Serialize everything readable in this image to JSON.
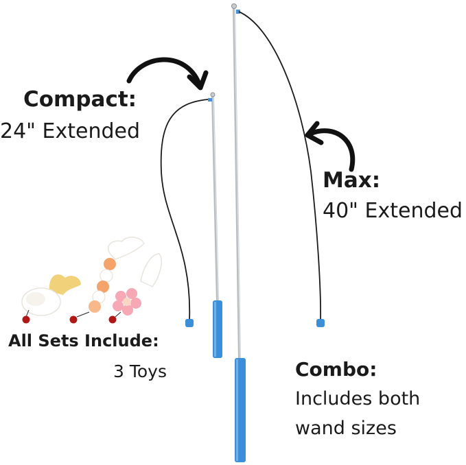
{
  "labels": {
    "compact_title": "Compact:",
    "compact_detail": "24\" Extended",
    "max_title": "Max:",
    "max_detail": "40\" Extended",
    "sets_title": "All Sets Include:",
    "sets_detail": "3 Toys",
    "combo_title": "Combo:",
    "combo_line1": "Includes both",
    "combo_line2": "wand sizes"
  },
  "colors": {
    "text": "#1a1a1a",
    "handle": "#3a8fd8",
    "rod": "#b9bec4",
    "string": "#1a1a1a",
    "arrow": "#111111"
  },
  "icons": [
    "curved-arrow-icon",
    "wand-compact",
    "wand-max",
    "toy-mouse",
    "toy-caterpillar",
    "toy-flower"
  ]
}
